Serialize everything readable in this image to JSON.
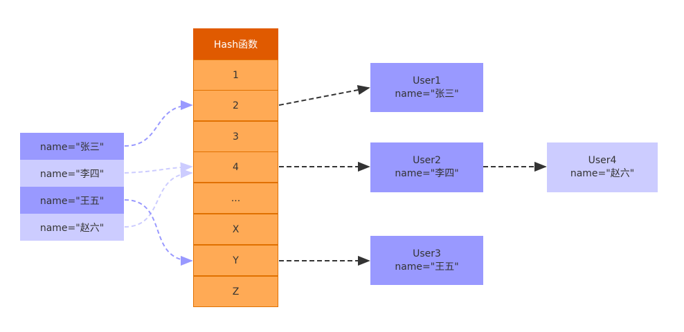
{
  "title": "Hash函数",
  "keys": [
    {
      "label": "name=\"张三\""
    },
    {
      "label": "name=\"李四\""
    },
    {
      "label": "name=\"王五\""
    },
    {
      "label": "name=\"赵六\""
    }
  ],
  "buckets": [
    "1",
    "2",
    "3",
    "4",
    "...",
    "X",
    "Y",
    "Z"
  ],
  "users": [
    {
      "name": "User1",
      "attr": "name=\"张三\""
    },
    {
      "name": "User2",
      "attr": "name=\"李四\""
    },
    {
      "name": "User3",
      "attr": "name=\"王五\""
    },
    {
      "name": "User4",
      "attr": "name=\"赵六\""
    }
  ],
  "colors": {
    "header": "#e05a00",
    "bucket": "#ffaa55",
    "bucket_border": "#e07000",
    "node_dark": "#9999ff",
    "node_light": "#ccccff",
    "arrow_dark": "#333333",
    "arrow_key_dark": "#9999ff",
    "arrow_key_light": "#ccccff"
  }
}
